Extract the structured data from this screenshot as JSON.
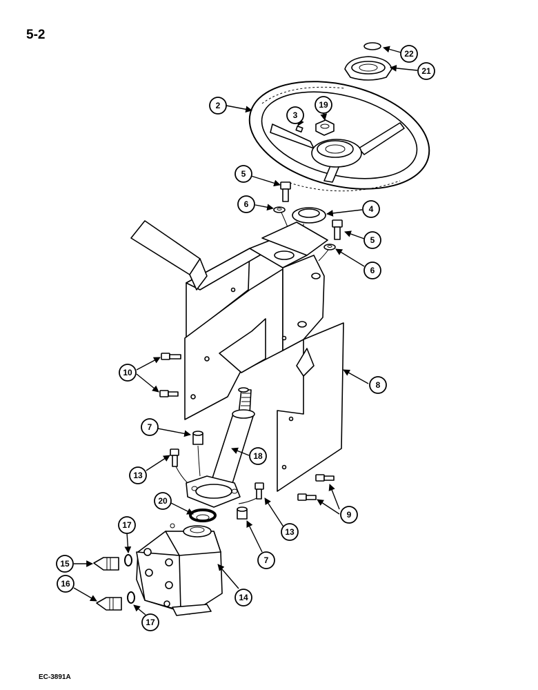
{
  "page": {
    "title": "5-2",
    "figure_code": "EC-3891A"
  },
  "callouts": [
    {
      "key": "c22",
      "label": "22"
    },
    {
      "key": "c21",
      "label": "21"
    },
    {
      "key": "c2",
      "label": "2"
    },
    {
      "key": "c3",
      "label": "3"
    },
    {
      "key": "c19",
      "label": "19"
    },
    {
      "key": "c5a",
      "label": "5"
    },
    {
      "key": "c6a",
      "label": "6"
    },
    {
      "key": "c4",
      "label": "4"
    },
    {
      "key": "c5b",
      "label": "5"
    },
    {
      "key": "c6b",
      "label": "6"
    },
    {
      "key": "c10",
      "label": "10"
    },
    {
      "key": "c8",
      "label": "8"
    },
    {
      "key": "c7a",
      "label": "7"
    },
    {
      "key": "c18",
      "label": "18"
    },
    {
      "key": "c13a",
      "label": "13"
    },
    {
      "key": "c20",
      "label": "20"
    },
    {
      "key": "c9",
      "label": "9"
    },
    {
      "key": "c17a",
      "label": "17"
    },
    {
      "key": "c13b",
      "label": "13"
    },
    {
      "key": "c7b",
      "label": "7"
    },
    {
      "key": "c15",
      "label": "15"
    },
    {
      "key": "c16",
      "label": "16"
    },
    {
      "key": "c14",
      "label": "14"
    },
    {
      "key": "c17b",
      "label": "17"
    }
  ]
}
